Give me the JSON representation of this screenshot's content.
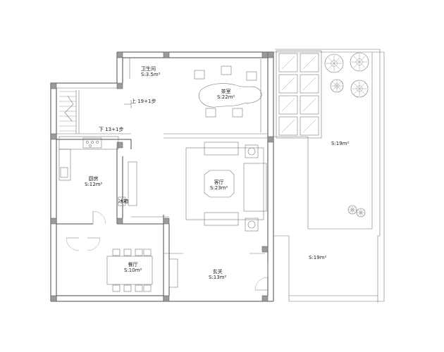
{
  "rooms": {
    "bathroom": {
      "name": "卫生间",
      "area": "S:3.5m²"
    },
    "tea_room": {
      "name": "茶室",
      "area": "S:22m²"
    },
    "kitchen": {
      "name": "厨房",
      "area": "S:12m²"
    },
    "fridge": {
      "name": "冰箱"
    },
    "living": {
      "name": "客厅",
      "area": "S:23m²"
    },
    "dining": {
      "name": "餐厅",
      "area": "S:10m²"
    },
    "entry": {
      "name": "玄关",
      "area": "S:13m²"
    },
    "terrace_upper": {
      "area": "S:19m²"
    },
    "terrace_lower": {
      "area": "S:19m²"
    }
  },
  "stairs": {
    "up": "上 19+1步",
    "down": "下 13+1步"
  },
  "colors": {
    "wall": "#4a4a4a",
    "column": "#9b9b9b",
    "line": "#777777"
  }
}
